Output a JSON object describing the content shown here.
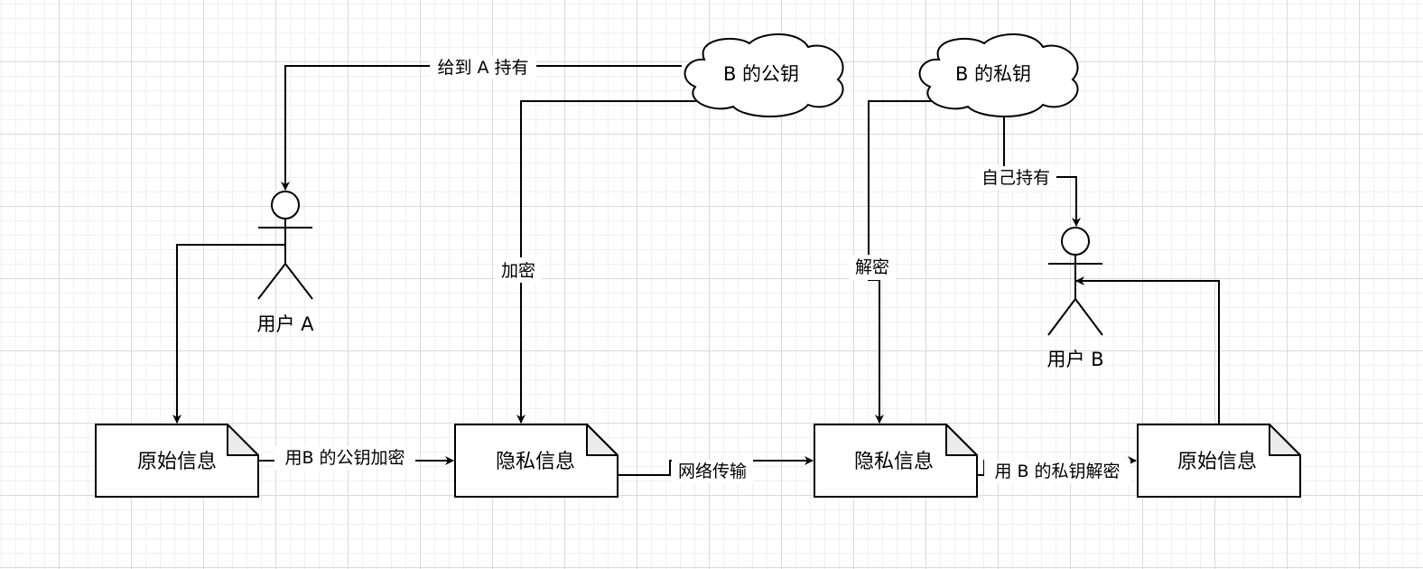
{
  "nodes": {
    "box1": "原始信息",
    "box2": "隐私信息",
    "box3": "隐私信息",
    "box4": "原始信息",
    "cloud_public": "B 的公钥",
    "cloud_private": "B 的私钥",
    "user_a": "用户 A",
    "user_b": "用户 B"
  },
  "edges": {
    "give_to_a": "给到 A 持有",
    "encrypt": "加密",
    "decrypt": "解密",
    "self_hold": "自己持有",
    "encrypt_with_public": "用B 的公钥加密",
    "network": "网络传输",
    "decrypt_with_private": "用 B 的私钥解密"
  },
  "colors": {
    "stroke": "#000000",
    "fold": "#ebebeb",
    "grid": "#d9d9d9"
  }
}
